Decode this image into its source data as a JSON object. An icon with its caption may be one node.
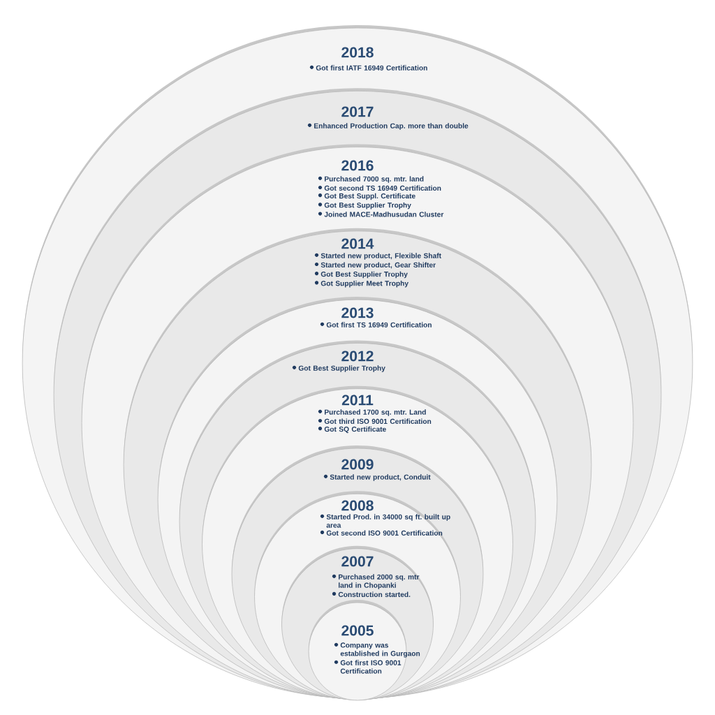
{
  "diagram": {
    "nodes": [
      {
        "text": [
          "2018",
          "Got first IATF 16949 Certification"
        ]
      },
      {
        "text": [
          "2017",
          "Enhanced Production Cap. more than double"
        ],
        "in": 0
      },
      {
        "text": [
          "2016",
          "Purchased 7000 sq. mtr. land",
          "Got second TS 16949 Certification",
          "Got Best Suppl. Certificate",
          "Got Best Supplier Trophy",
          "Joined MACE-Madhusudan Cluster"
        ],
        "in": 1
      },
      {
        "text": [
          "2014",
          "Started new product, Flexible Shaft",
          "Started new product, Gear Shifter",
          "Got Best Supplier Trophy",
          "Got Supplier Meet Trophy"
        ],
        "in": 2
      },
      {
        "text": [
          "2013",
          "Got first TS 16949 Certification"
        ],
        "in": 3
      },
      {
        "text": [
          "2012",
          "Got Best Supplier Trophy"
        ],
        "in": 4
      },
      {
        "text": [
          "2011",
          "Purchased 1700 sq. mtr. Land",
          "Got third ISO 9001 Certification",
          "Got SQ Certificate"
        ],
        "in": 5
      },
      {
        "text": [
          "2009",
          "Started new product, Conduit"
        ],
        "in": 6
      },
      {
        "text": [
          "2008",
          "Started Prod. in 34000 sq ft. built up area",
          "Got second ISO 9001 Certification"
        ],
        "in": 7
      },
      {
        "text": [
          "2007",
          "Purchased 2000 sq. mtr land in Chopanki",
          "Construction started."
        ],
        "in": 8
      },
      {
        "text": [
          "2005",
          "Company was established in Gurgaon",
          "Got first ISO 9001 Certification"
        ],
        "in": 9
      }
    ]
  }
}
